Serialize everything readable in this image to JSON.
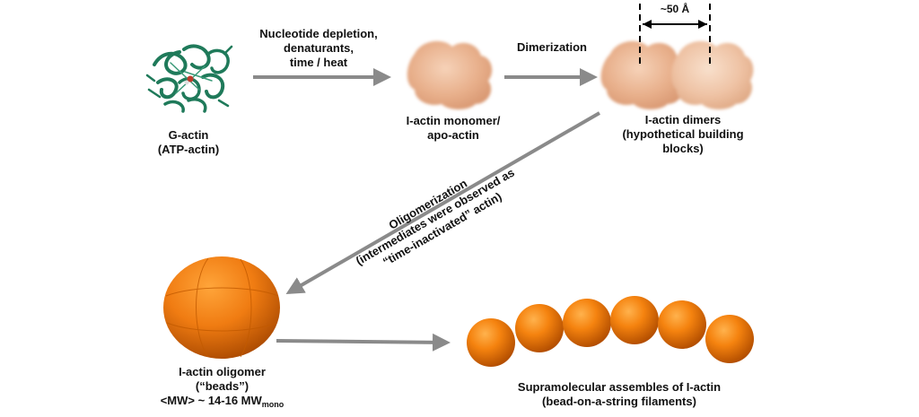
{
  "labels": {
    "g_actin": {
      "line1": "G-actin",
      "line2": "(ATP-actin)"
    },
    "step1": {
      "line1": "Nucleotide depletion,",
      "line2": "denaturants,",
      "line3": "time / heat"
    },
    "monomer": {
      "line1": "I-actin monomer/",
      "line2": "apo-actin"
    },
    "step2": "Dimerization",
    "distance": "~50 Å",
    "dimers": {
      "line1": "I-actin dimers",
      "line2": "(hypothetical building",
      "line3": "blocks)"
    },
    "step3": {
      "line1": "Oligomerization",
      "line2": "(intermediates were observed as",
      "line3": "“time-inactivated” actin)"
    },
    "oligomer": {
      "line1": "I-actin oligomer",
      "line2": "(“beads”)",
      "line3_main": "<MW> ~ 14-16 MW",
      "line3_sub": "mono"
    },
    "assemblies": {
      "line1": "Supramolecular assembles of I-actin",
      "line2": "(bead-on-a-string filaments)"
    }
  },
  "colors": {
    "arrow": "#8a8a8a",
    "protein_green": "#1f7a5a",
    "blob_peach": "#e8b08c",
    "bead_orange": "#f07c12"
  },
  "icons": [
    "g-actin-ribbon-structure",
    "i-actin-monomer-blob",
    "i-actin-dimer-blob",
    "oligomer-bead",
    "bead-chain"
  ]
}
